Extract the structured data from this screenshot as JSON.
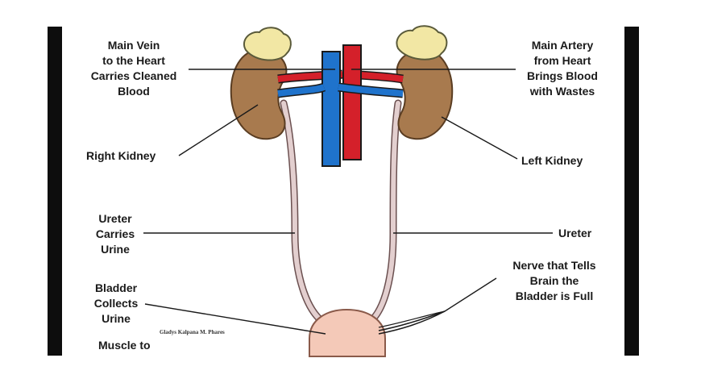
{
  "labels": {
    "main_vein": "Main Vein\nto the Heart\nCarries Cleaned\nBlood",
    "main_artery": "Main Artery\nfrom Heart\nBrings Blood\nwith Wastes",
    "right_kidney": "Right Kidney",
    "left_kidney": "Left Kidney",
    "ureter_left": "Ureter\nCarries\nUrine",
    "ureter_right": "Ureter",
    "bladder": "Bladder\nCollects\nUrine",
    "nerve": "Nerve that Tells\nBrain the\nBladder is Full",
    "muscle": "Muscle to"
  },
  "credit": "Gladys Kalpana M. Phares",
  "colors": {
    "kidney": "#a87a4e",
    "adrenal": "#f2e7a4",
    "vein": "#1f73cc",
    "artery": "#d4202a",
    "ureter": "#e3cfcf",
    "bladder": "#f4c9b8",
    "frame_bar": "#0d0d0d"
  }
}
